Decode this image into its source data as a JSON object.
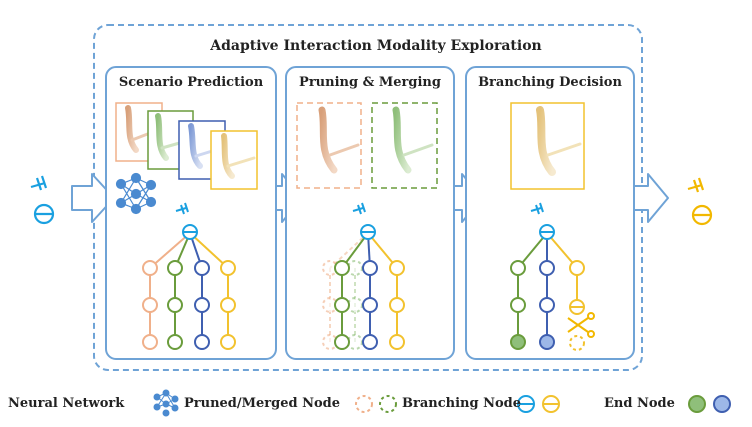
{
  "title": "Adaptive Interaction Modality Exploration",
  "panels": [
    {
      "title": "Scenario Prediction"
    },
    {
      "title": "Pruning & Merging"
    },
    {
      "title": "Branching Decision"
    }
  ],
  "legend": {
    "neural_network": "Neural Network",
    "pruned_merged_node": "Pruned/Merged Node",
    "branching_node": "Branching Node",
    "end_node": "End Node"
  },
  "colors": {
    "frame": "#6fa3d6",
    "orange": "#f0b08a",
    "green": "#6a9c3c",
    "blue": "#3f5fb0",
    "yellow": "#f2c22e",
    "cyan": "#1aa0e0",
    "ego_yellow": "#f2b800",
    "nn_blue": "#4a8ad0"
  },
  "icons": [
    "neural-network-icon",
    "scissors-icon",
    "traffic-agent-icon",
    "flow-arrow-icon"
  ]
}
